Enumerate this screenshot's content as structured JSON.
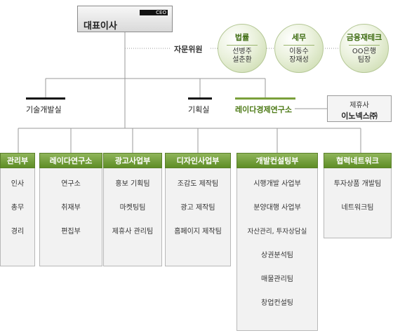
{
  "ceo": {
    "title": "대표이사",
    "tag": "CEO"
  },
  "advisory": {
    "label": "자문위원",
    "members": [
      {
        "field": "법률",
        "names": [
          "선병주",
          "설춘환"
        ]
      },
      {
        "field": "세무",
        "names": [
          "이동수",
          "장재성"
        ]
      },
      {
        "field": "금융재테크",
        "names": [
          "OO은행",
          "팀장"
        ]
      }
    ]
  },
  "units": [
    {
      "label": "기술개발실"
    },
    {
      "label": "기획실"
    },
    {
      "label": "레이다경제연구소"
    }
  ],
  "partner": {
    "label": "제휴사",
    "name": "이노넥스㈜"
  },
  "departments": [
    {
      "name": "관리부",
      "teams": [
        "인사",
        "총무",
        "경리"
      ]
    },
    {
      "name": "레이다연구소",
      "teams": [
        "연구소",
        "취재부",
        "편집부"
      ]
    },
    {
      "name": "광고사업부",
      "teams": [
        "홍보 기획팀",
        "마켓팅팀",
        "제휴사 관리팀"
      ]
    },
    {
      "name": "디자인사업부",
      "teams": [
        "조감도 제작팀",
        "광고 제작팀",
        "홈페이지 제작팀"
      ]
    },
    {
      "name": "개발컨설팅부",
      "teams": [
        "시행개발 사업부",
        "분양대행 사업부",
        "자산관리, 투자상담실",
        "상권분석팀",
        "매물관리팀",
        "창업컨설팅"
      ]
    },
    {
      "name": "협력네트워크",
      "teams": [
        "투자상품 개발팀",
        "네트워크팀"
      ]
    }
  ]
}
